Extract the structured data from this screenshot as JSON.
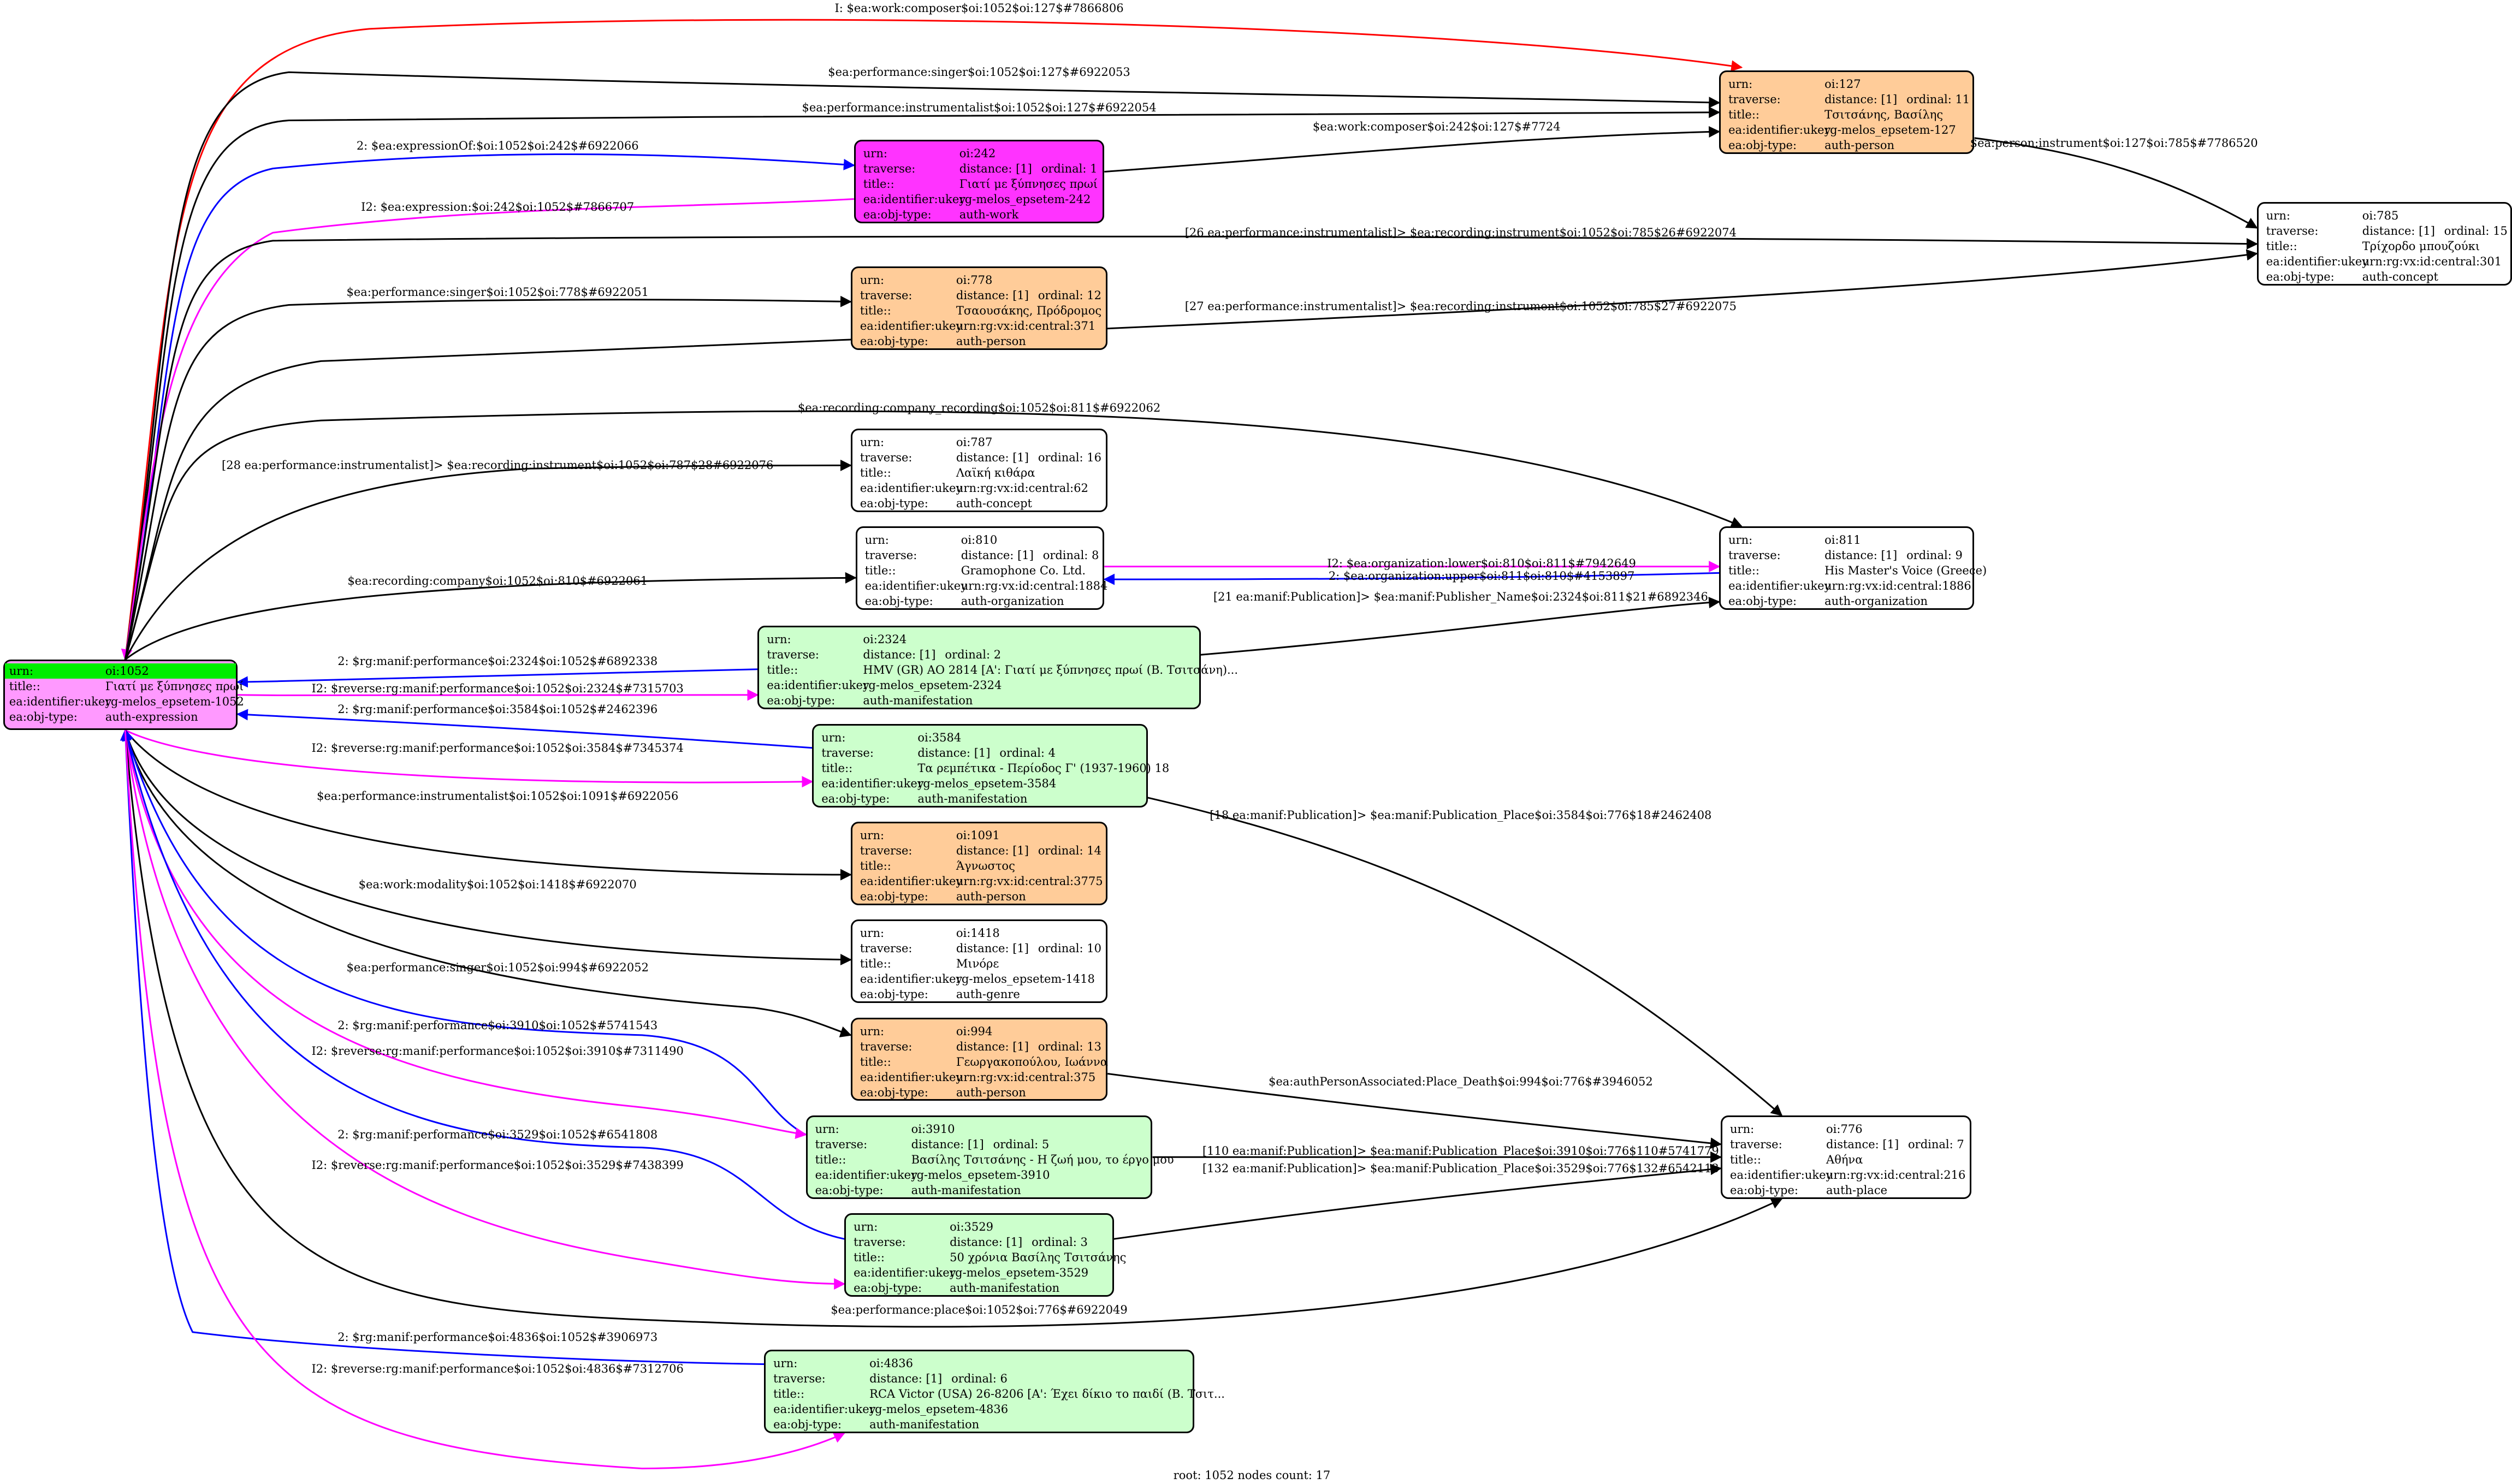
{
  "colors": {
    "orange": "#ffcc99",
    "magenta": "#ff33ff",
    "pink": "#ff99ff",
    "green": "#ccffcc",
    "white": "#ffffff",
    "root_highlight": "#00ee00",
    "edge_black": "#000000",
    "edge_blue": "#0000ff",
    "edge_magenta": "#ff00ff",
    "edge_red": "#ff0000"
  },
  "footer": "root: 1052 nodes count: 17",
  "nodes": [
    {
      "id": "n1052",
      "root": true,
      "color": "pink",
      "rows": [
        [
          "urn:",
          "oi:1052"
        ],
        [
          "title::",
          "Γιατί με ξύπνησες πρωί"
        ],
        [
          "ea:identifier:ukey",
          "rg-melos_epsetem-1052"
        ],
        [
          "ea:obj-type:",
          "auth-expression"
        ]
      ]
    },
    {
      "id": "n127",
      "color": "orange",
      "urn": "oi:127",
      "distance": "distance: [1]",
      "ordinal": "ordinal: 11",
      "title": "Τσιτσάνης, Βασίλης",
      "ukey": "rg-melos_epsetem-127",
      "type": "auth-person"
    },
    {
      "id": "n242",
      "color": "magenta",
      "urn": "oi:242",
      "distance": "distance: [1]",
      "ordinal": "ordinal: 1",
      "title": "Γιατί με ξύπνησες πρωί",
      "ukey": "rg-melos_epsetem-242",
      "type": "auth-work"
    },
    {
      "id": "n785",
      "color": "white",
      "urn": "oi:785",
      "distance": "distance: [1]",
      "ordinal": "ordinal: 15",
      "title": "Τρίχορδο μπουζούκι",
      "ukey": "urn:rg:vx:id:central:301",
      "type": "auth-concept"
    },
    {
      "id": "n778",
      "color": "orange",
      "urn": "oi:778",
      "distance": "distance: [1]",
      "ordinal": "ordinal: 12",
      "title": "Τσαουσάκης, Πρόδρομος",
      "ukey": "urn:rg:vx:id:central:371",
      "type": "auth-person"
    },
    {
      "id": "n787",
      "color": "white",
      "urn": "oi:787",
      "distance": "distance: [1]",
      "ordinal": "ordinal: 16",
      "title": "Λαϊκή κιθάρα",
      "ukey": "urn:rg:vx:id:central:62",
      "type": "auth-concept"
    },
    {
      "id": "n810",
      "color": "white",
      "urn": "oi:810",
      "distance": "distance: [1]",
      "ordinal": "ordinal: 8",
      "title": "Gramophone Co. Ltd.",
      "ukey": "urn:rg:vx:id:central:1884",
      "type": "auth-organization"
    },
    {
      "id": "n811",
      "color": "white",
      "urn": "oi:811",
      "distance": "distance: [1]",
      "ordinal": "ordinal: 9",
      "title": "His Master's Voice (Greece)",
      "ukey": "urn:rg:vx:id:central:1886",
      "type": "auth-organization"
    },
    {
      "id": "n2324",
      "color": "green",
      "urn": "oi:2324",
      "distance": "distance: [1]",
      "ordinal": "ordinal: 2",
      "title": "HMV (GR) AO 2814 [Α': Γιατί με ξύπνησες πρωί (Β. Τσιτσάνη)...",
      "ukey": "rg-melos_epsetem-2324",
      "type": "auth-manifestation"
    },
    {
      "id": "n3584",
      "color": "green",
      "urn": "oi:3584",
      "distance": "distance: [1]",
      "ordinal": "ordinal: 4",
      "title": "Τα ρεμπέτικα - Περίοδος Γ' (1937-1960) 18",
      "ukey": "rg-melos_epsetem-3584",
      "type": "auth-manifestation"
    },
    {
      "id": "n1091",
      "color": "orange",
      "urn": "oi:1091",
      "distance": "distance: [1]",
      "ordinal": "ordinal: 14",
      "title": "Άγνωστος",
      "ukey": "urn:rg:vx:id:central:3775",
      "type": "auth-person"
    },
    {
      "id": "n1418",
      "color": "white",
      "urn": "oi:1418",
      "distance": "distance: [1]",
      "ordinal": "ordinal: 10",
      "title": "Μινόρε",
      "ukey": "rg-melos_epsetem-1418",
      "type": "auth-genre"
    },
    {
      "id": "n994",
      "color": "orange",
      "urn": "oi:994",
      "distance": "distance: [1]",
      "ordinal": "ordinal: 13",
      "title": "Γεωργακοπούλου, Ιωάννα",
      "ukey": "urn:rg:vx:id:central:375",
      "type": "auth-person"
    },
    {
      "id": "n3910",
      "color": "green",
      "urn": "oi:3910",
      "distance": "distance: [1]",
      "ordinal": "ordinal: 5",
      "title": "Βασίλης Τσιτσάνης - Η ζωή μου, το έργο μου",
      "ukey": "rg-melos_epsetem-3910",
      "type": "auth-manifestation"
    },
    {
      "id": "n776",
      "color": "white",
      "urn": "oi:776",
      "distance": "distance: [1]",
      "ordinal": "ordinal: 7",
      "title": "Αθήνα",
      "ukey": "urn:rg:vx:id:central:216",
      "type": "auth-place"
    },
    {
      "id": "n3529",
      "color": "green",
      "urn": "oi:3529",
      "distance": "distance: [1]",
      "ordinal": "ordinal: 3",
      "title": "50 χρόνια Βασίλης Τσιτσάνης",
      "ukey": "rg-melos_epsetem-3529",
      "type": "auth-manifestation"
    },
    {
      "id": "n4836",
      "color": "green",
      "urn": "oi:4836",
      "distance": "distance: [1]",
      "ordinal": "ordinal: 6",
      "title": "RCA Victor (USA) 26-8206 [Α': Έχει δίκιο το παιδί (Β. Τσιτ...",
      "ukey": "rg-melos_epsetem-4836",
      "type": "auth-manifestation"
    }
  ],
  "row_keys": {
    "urn": "urn:",
    "traverse": "traverse:",
    "title": "title::",
    "ukey": "ea:identifier:ukey",
    "type": "ea:obj-type:"
  },
  "edges": [
    {
      "color": "edge_red",
      "label": "I: $ea:work:composer$oi:1052$oi:127$#7866806"
    },
    {
      "color": "edge_black",
      "label": "$ea:performance:singer$oi:1052$oi:127$#6922053"
    },
    {
      "color": "edge_black",
      "label": "$ea:performance:instrumentalist$oi:1052$oi:127$#6922054"
    },
    {
      "color": "edge_blue",
      "label": "2: $ea:expressionOf:$oi:1052$oi:242$#6922066"
    },
    {
      "color": "edge_black",
      "label": "$ea:work:composer$oi:242$oi:127$#7724"
    },
    {
      "color": "edge_magenta",
      "label": "I2: $ea:expression:$oi:242$oi:1052$#7866707"
    },
    {
      "color": "edge_black",
      "label": "$ea:person:instrument$oi:127$oi:785$#7786520"
    },
    {
      "color": "edge_black",
      "label": "[26 ea:performance:instrumentalist]> $ea:recording:instrument$oi:1052$oi:785$26#6922074"
    },
    {
      "color": "edge_black",
      "label": "[27 ea:performance:instrumentalist]> $ea:recording:instrument$oi:1052$oi:785$27#6922075"
    },
    {
      "color": "edge_black",
      "label": "$ea:performance:singer$oi:1052$oi:778$#6922051"
    },
    {
      "color": "edge_black",
      "label": "$ea:recording:company_recording$oi:1052$oi:811$#6922062"
    },
    {
      "color": "edge_black",
      "label": "[28 ea:performance:instrumentalist]> $ea:recording:instrument$oi:1052$oi:787$28#6922076"
    },
    {
      "color": "edge_black",
      "label": "$ea:recording:company$oi:1052$oi:810$#6922061"
    },
    {
      "color": "edge_magenta",
      "label": "I2: $ea:organization:lower$oi:810$oi:811$#7942649"
    },
    {
      "color": "edge_blue",
      "label": "2: $ea:organization:upper$oi:811$oi:810$#4153897"
    },
    {
      "color": "edge_black",
      "label": "[21 ea:manif:Publication]> $ea:manif:Publisher_Name$oi:2324$oi:811$21#6892346"
    },
    {
      "color": "edge_blue",
      "label": "2: $rg:manif:performance$oi:2324$oi:1052$#6892338"
    },
    {
      "color": "edge_magenta",
      "label": "I2: $reverse:rg:manif:performance$oi:1052$oi:2324$#7315703"
    },
    {
      "color": "edge_blue",
      "label": "2: $rg:manif:performance$oi:3584$oi:1052$#2462396"
    },
    {
      "color": "edge_magenta",
      "label": "I2: $reverse:rg:manif:performance$oi:1052$oi:3584$#7345374"
    },
    {
      "color": "edge_black",
      "label": "$ea:performance:instrumentalist$oi:1052$oi:1091$#6922056"
    },
    {
      "color": "edge_black",
      "label": "[18 ea:manif:Publication]> $ea:manif:Publication_Place$oi:3584$oi:776$18#2462408"
    },
    {
      "color": "edge_black",
      "label": "$ea:work:modality$oi:1052$oi:1418$#6922070"
    },
    {
      "color": "edge_black",
      "label": "$ea:performance:singer$oi:1052$oi:994$#6922052"
    },
    {
      "color": "edge_blue",
      "label": "2: $rg:manif:performance$oi:3910$oi:1052$#5741543"
    },
    {
      "color": "edge_magenta",
      "label": "I2: $reverse:rg:manif:performance$oi:1052$oi:3910$#7311490"
    },
    {
      "color": "edge_black",
      "label": "$ea:authPersonAssociated:Place_Death$oi:994$oi:776$#3946052"
    },
    {
      "color": "edge_black",
      "label": "[110 ea:manif:Publication]> $ea:manif:Publication_Place$oi:3910$oi:776$110#5741779"
    },
    {
      "color": "edge_black",
      "label": "[132 ea:manif:Publication]> $ea:manif:Publication_Place$oi:3529$oi:776$132#6542113"
    },
    {
      "color": "edge_blue",
      "label": "2: $rg:manif:performance$oi:3529$oi:1052$#6541808"
    },
    {
      "color": "edge_magenta",
      "label": "I2: $reverse:rg:manif:performance$oi:1052$oi:3529$#7438399"
    },
    {
      "color": "edge_black",
      "label": "$ea:performance:place$oi:1052$oi:776$#6922049"
    },
    {
      "color": "edge_blue",
      "label": "2: $rg:manif:performance$oi:4836$oi:1052$#3906973"
    },
    {
      "color": "edge_magenta",
      "label": "I2: $reverse:rg:manif:performance$oi:1052$oi:4836$#7312706"
    }
  ]
}
